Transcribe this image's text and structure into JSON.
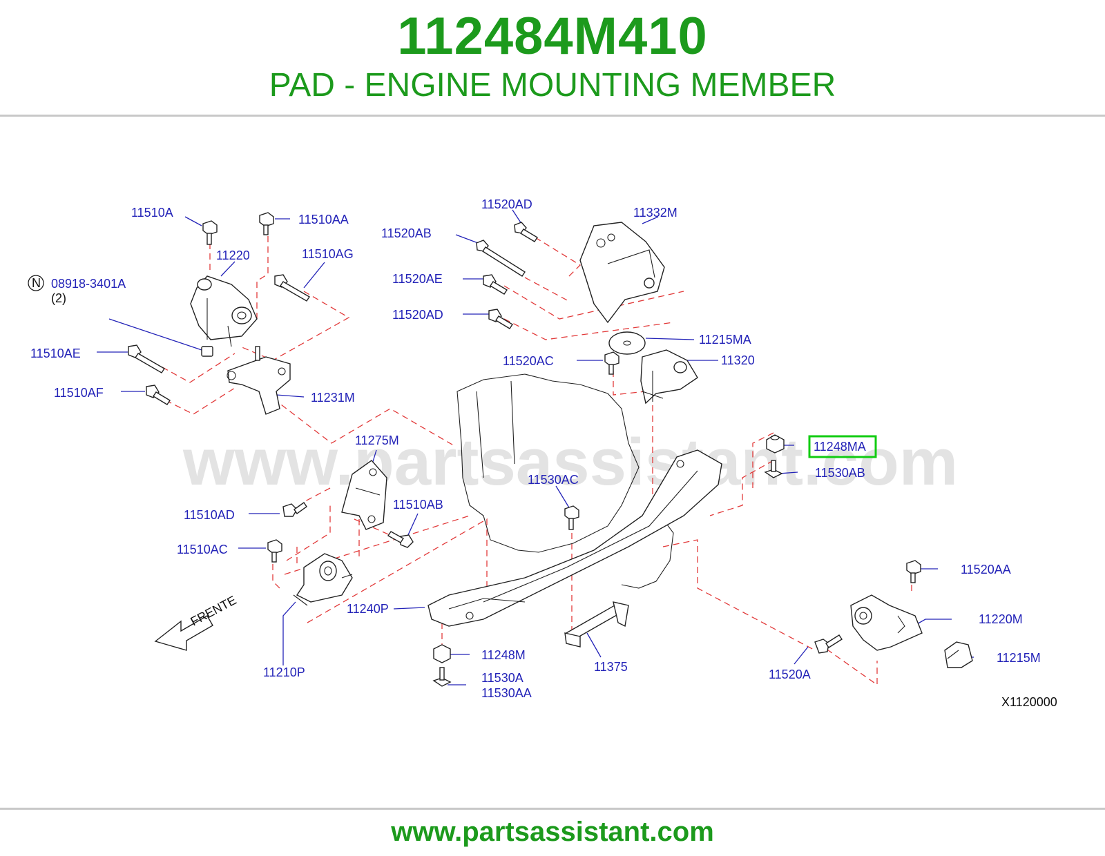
{
  "header": {
    "part_number": "112484M410",
    "description": "PAD - ENGINE MOUNTING MEMBER"
  },
  "diagram": {
    "watermark": "www.partsassistant.com",
    "code": "X1120000",
    "direction_label": "FRENTE",
    "note_symbol": "N",
    "highlighted_callout": "11248MA",
    "callouts": {
      "c_11510A": "11510A",
      "c_11510AA": "11510AA",
      "c_11220": "11220",
      "c_11510AG": "11510AG",
      "c_08918": "08918-3401A",
      "c_qty2": "(2)",
      "c_11510AE": "11510AE",
      "c_11510AF": "11510AF",
      "c_11231M": "11231M",
      "c_11520AD_top": "11520AD",
      "c_11332M": "11332M",
      "c_11520AB": "11520AB",
      "c_11520AE": "11520AE",
      "c_11520AD_mid": "11520AD",
      "c_11215MA": "11215MA",
      "c_11520AC": "11520AC",
      "c_11320": "11320",
      "c_11275M": "11275M",
      "c_11248MA": "11248MA",
      "c_11530AB": "11530AB",
      "c_11530AC": "11530AC",
      "c_11510AD": "11510AD",
      "c_11510AB": "11510AB",
      "c_11510AC": "11510AC",
      "c_11520AA": "11520AA",
      "c_11240P": "11240P",
      "c_11220M": "11220M",
      "c_11248M": "11248M",
      "c_11530A": "11530A",
      "c_11530AA": "11530AA",
      "c_11375": "11375",
      "c_11210P": "11210P",
      "c_11520A": "11520A",
      "c_11215M": "11215M"
    }
  },
  "footer": {
    "url": "www.partsassistant.com"
  },
  "colors": {
    "brand_green": "#1c9a1c",
    "label_blue": "#2323b8",
    "dash_red": "#e23a3a",
    "highlight_green": "#11cc11"
  }
}
